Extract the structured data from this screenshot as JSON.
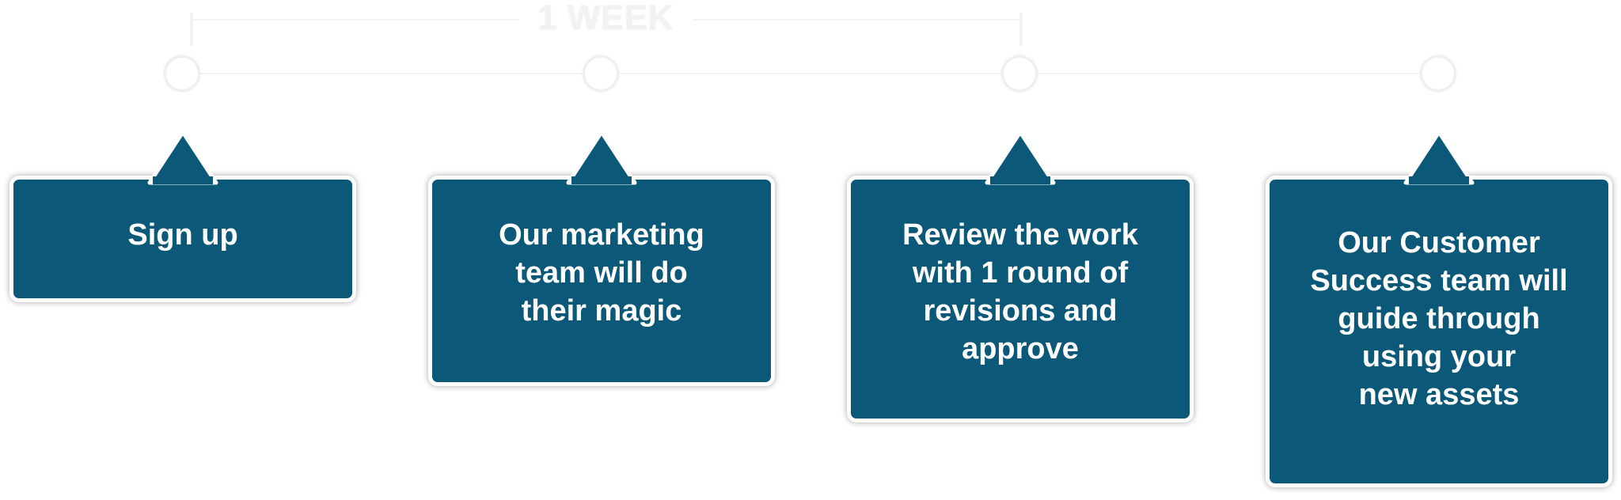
{
  "header": {
    "label": "1 WEEK"
  },
  "steps": [
    {
      "text": "Sign up"
    },
    {
      "text": "Our marketing\nteam will do\ntheir magic"
    },
    {
      "text": "Review the work\nwith 1 round of\nrevisions and\napprove"
    },
    {
      "text": "Our Customer\nSuccess team will\nguide through\nusing your\nnew assets"
    }
  ],
  "colors": {
    "box_fill": "#0b5878",
    "box_border": "#ffffff",
    "text": "#ffffff",
    "timeline": "#f2f2f2"
  }
}
